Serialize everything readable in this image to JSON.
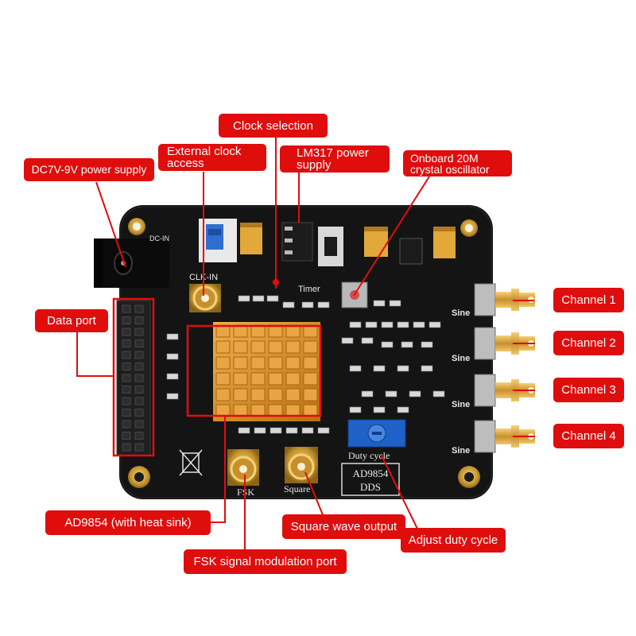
{
  "colors": {
    "callout_bg": "#e00d0d",
    "callout_text": "#ffffff",
    "leader_line": "#e00d0d",
    "pcb": "#131313",
    "heat_sink": "#d08a1e",
    "gold": "#d6a640"
  },
  "callouts": {
    "clock_selection": "Clock selection",
    "external_clock": [
      "External clock",
      "access"
    ],
    "dc_power": "DC7V-9V power supply",
    "lm317": [
      "LM317 power",
      "supply"
    ],
    "oscillator": [
      "Onboard 20M",
      "crystal oscillator"
    ],
    "data_port": "Data port",
    "channel_1": "Channel 1",
    "channel_2": "Channel 2",
    "channel_3": "Channel 3",
    "channel_4": "Channel 4",
    "ad9854": "AD9854 (with heat sink)",
    "square_wave": "Square wave output",
    "duty_cycle": "Adjust duty cycle",
    "fsk_port": "FSK signal modulation port"
  },
  "board": {
    "silk_dc_in": "DC-IN",
    "silk_clk_in": "CLK-IN",
    "silk_timer": "Timer",
    "silk_sine": "Sine",
    "silk_fsk": "FSK",
    "silk_square": "Square",
    "silk_duty": "Duty cycle",
    "logo_line1": "AD9854",
    "logo_line2": "DDS"
  }
}
